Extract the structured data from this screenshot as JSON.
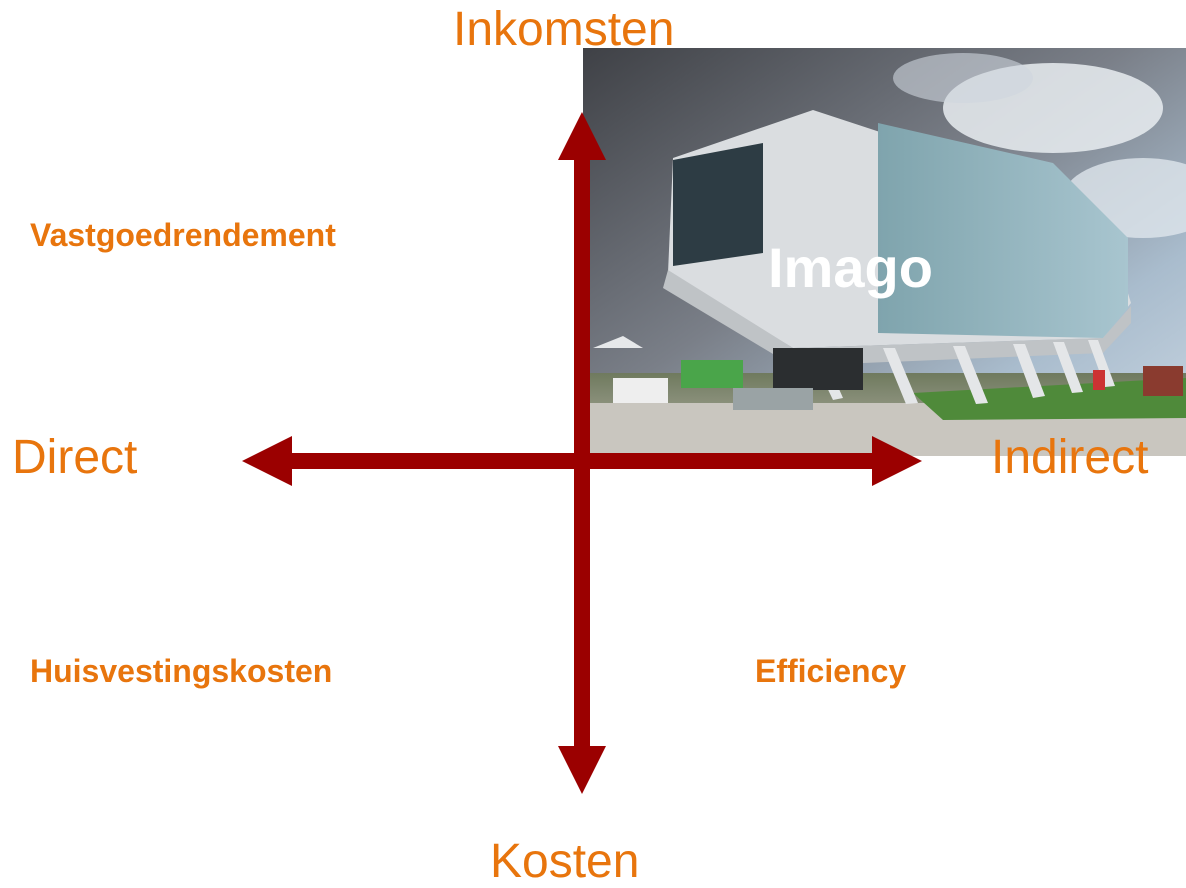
{
  "colors": {
    "label_orange": "#e8750d",
    "arrow_red": "#9b0000",
    "overlay_text": "#ffffff"
  },
  "axes": {
    "top": "Inkomsten",
    "bottom": "Kosten",
    "left": "Direct",
    "right": "Indirect"
  },
  "quadrants": {
    "top_left": "Vastgoedrendement",
    "bottom_left": "Huisvestingskosten",
    "bottom_right": "Efficiency",
    "top_right": "Imago"
  },
  "image": {
    "subject": "modern-office-building-photo"
  }
}
